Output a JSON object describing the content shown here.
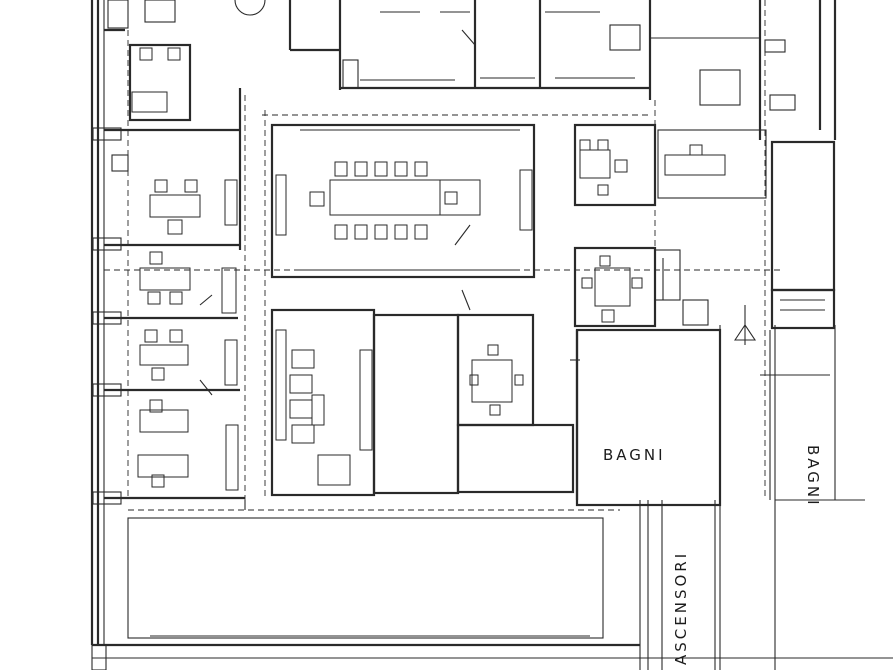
{
  "plan": {
    "labels": {
      "bagni_main": "BAGNI",
      "bagni_side": "BAGNI",
      "ascensori": "ASCENSORI"
    }
  }
}
